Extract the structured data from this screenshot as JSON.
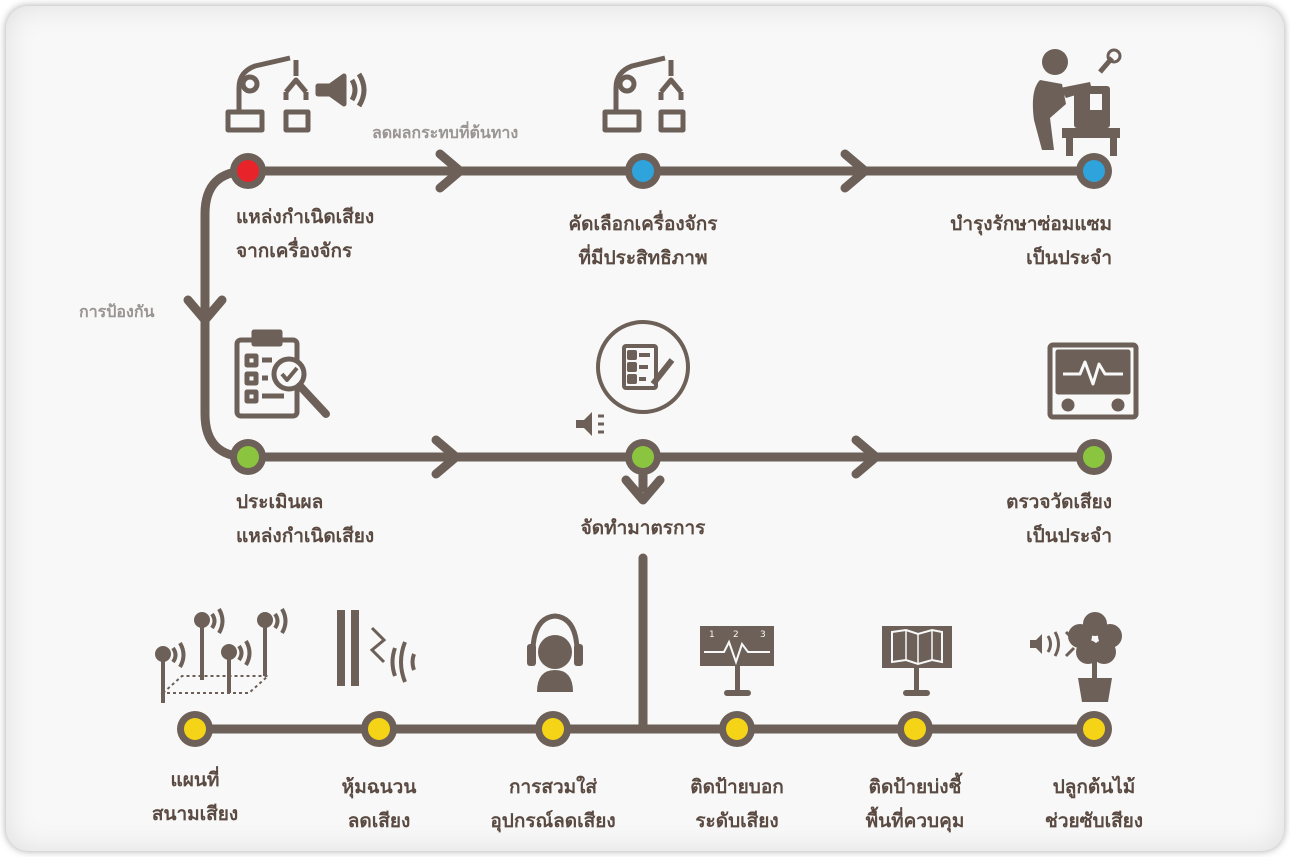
{
  "path_labels": {
    "reduce_at_source": "ลดผลกระทบที่ต้นทาง",
    "prevention": "การป้องกัน"
  },
  "top_row": [
    {
      "line1": "แหล่งกำเนิดเสียง",
      "line2": "จากเครื่องจักร",
      "dot_color": "#e8232a",
      "icon": "robot-arm-with-speaker-icon"
    },
    {
      "line1": "คัดเลือกเครื่องจักร",
      "line2": "ที่มีประสิทธิภาพ",
      "dot_color": "#2ea3dc",
      "icon": "robot-arm-icon"
    },
    {
      "line1": "บำรุงรักษาซ่อมแซม",
      "line2": "เป็นประจำ",
      "dot_color": "#2ea3dc",
      "icon": "maintenance-worker-icon"
    }
  ],
  "middle_row": [
    {
      "line1": "ประเมินผล",
      "line2": "แหล่งกำเนิดเสียง",
      "dot_color": "#8bc43f",
      "icon": "clipboard-inspection-icon"
    },
    {
      "line1": "จัดทำมาตรการ",
      "line2": "",
      "dot_color": "#8bc43f",
      "icon": "checklist-speaker-icon"
    },
    {
      "line1": "ตรวจวัดเสียง",
      "line2": "เป็นประจำ",
      "dot_color": "#8bc43f",
      "icon": "sound-meter-icon"
    }
  ],
  "bottom_row": [
    {
      "line1": "แผนที่",
      "line2": "สนามเสียง",
      "dot_color": "#f5d316",
      "icon": "noise-map-icon"
    },
    {
      "line1": "หุ้มฉนวน",
      "line2": "ลดเสียง",
      "dot_color": "#f5d316",
      "icon": "sound-insulation-icon"
    },
    {
      "line1": "การสวมใส่",
      "line2": "อุปกรณ์ลดเสียง",
      "dot_color": "#f5d316",
      "icon": "ear-protection-icon"
    },
    {
      "line1": "ติดป้ายบอก",
      "line2": "ระดับเสียง",
      "dot_color": "#f5d316",
      "icon": "noise-level-sign-icon"
    },
    {
      "line1": "ติดป้ายบ่งชี้",
      "line2": "พื้นที่ควบคุม",
      "dot_color": "#f5d316",
      "icon": "area-map-sign-icon"
    },
    {
      "line1": "ปลูกต้นไม้",
      "line2": "ช่วยซับเสียง",
      "dot_color": "#f5d316",
      "icon": "tree-absorb-sound-icon"
    }
  ],
  "colors": {
    "line": "#6d6058",
    "text": "#5a4a42",
    "muted_text": "#9a9492",
    "background": "#f7f8f7"
  }
}
